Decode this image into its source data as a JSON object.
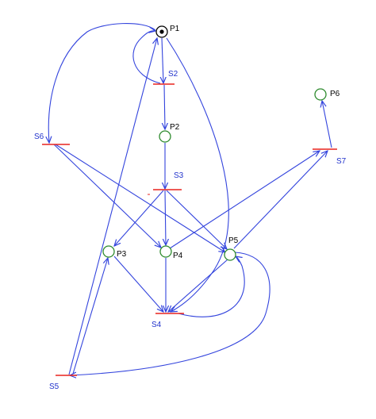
{
  "colors": {
    "arc": "#3344dd",
    "place_stroke": "#2e8b2e",
    "transition": "#e8231e",
    "place_label": "#000000",
    "transition_label": "#2233cc"
  },
  "places": [
    {
      "id": "P1",
      "label": "P1",
      "tokens": 1
    },
    {
      "id": "P2",
      "label": "P2",
      "tokens": 0
    },
    {
      "id": "P3",
      "label": "P3",
      "tokens": 0
    },
    {
      "id": "P4",
      "label": "P4",
      "tokens": 0
    },
    {
      "id": "P5",
      "label": "P5",
      "tokens": 0
    },
    {
      "id": "P6",
      "label": "P6",
      "tokens": 0
    }
  ],
  "transitions": [
    {
      "id": "S2",
      "label": "S2"
    },
    {
      "id": "S3",
      "label": "S3"
    },
    {
      "id": "S4",
      "label": "S4"
    },
    {
      "id": "S5",
      "label": "S5"
    },
    {
      "id": "S6",
      "label": "S6"
    },
    {
      "id": "S7",
      "label": "S7"
    }
  ],
  "arcs": [
    {
      "from": "P1",
      "to": "S2"
    },
    {
      "from": "S2",
      "to": "P1"
    },
    {
      "from": "P1",
      "to": "S6"
    },
    {
      "from": "P1",
      "to": "S4"
    },
    {
      "from": "S5",
      "to": "P1"
    },
    {
      "from": "S2",
      "to": "P2"
    },
    {
      "from": "P2",
      "to": "S3"
    },
    {
      "from": "S3",
      "to": "P3"
    },
    {
      "from": "S3",
      "to": "P4"
    },
    {
      "from": "S3",
      "to": "P5"
    },
    {
      "from": "S6",
      "to": "P4"
    },
    {
      "from": "S6",
      "to": "P5"
    },
    {
      "from": "P3",
      "to": "S4"
    },
    {
      "from": "P4",
      "to": "S4"
    },
    {
      "from": "P5",
      "to": "S4"
    },
    {
      "from": "S4",
      "to": "P5"
    },
    {
      "from": "P4",
      "to": "S7"
    },
    {
      "from": "P5",
      "to": "S7"
    },
    {
      "from": "S7",
      "to": "P6"
    },
    {
      "from": "S5",
      "to": "P3"
    },
    {
      "from": "P5",
      "to": "S5"
    }
  ]
}
